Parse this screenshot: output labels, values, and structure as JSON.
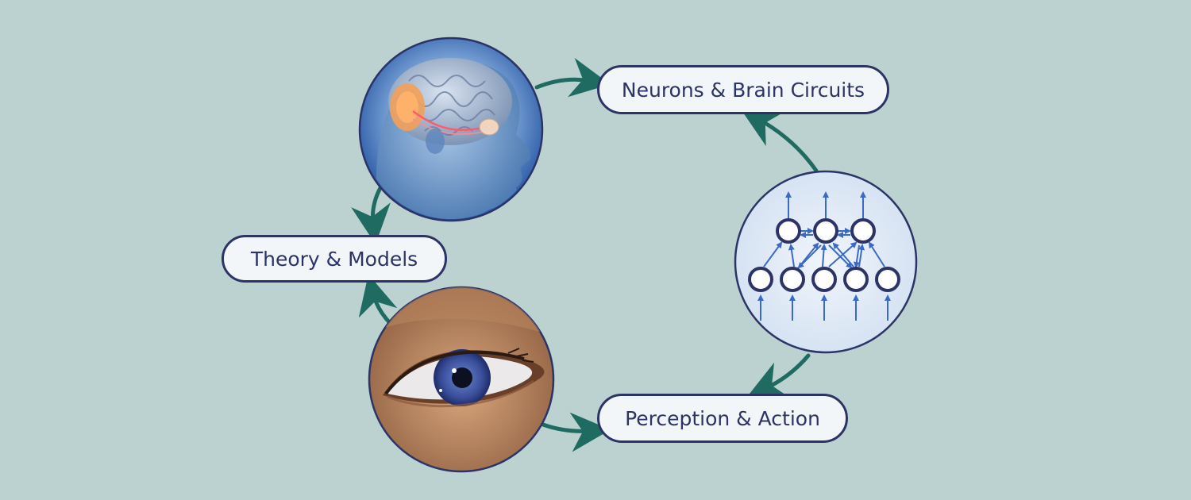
{
  "labels": {
    "neurons": "Neurons & Brain Circuits",
    "theory": "Theory & Models",
    "perception": "Perception & Action"
  },
  "colors": {
    "background": "#bcd2d0",
    "arrow": "#1f6b62",
    "pill_border": "#2c3366",
    "pill_fill": "#f3f6f8",
    "network_node": "#2c3366",
    "network_arrow": "#3a6bc4"
  },
  "icons": [
    "brain-head-illustration",
    "neural-network-diagram",
    "eye-illustration"
  ]
}
